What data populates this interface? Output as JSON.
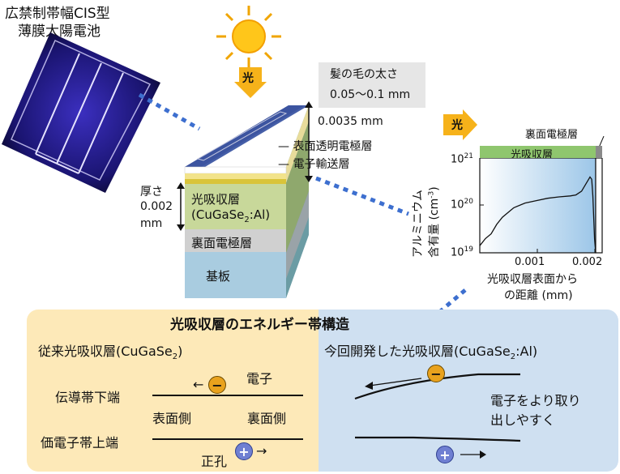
{
  "cell_title_line1": "広禁制帯幅CIS型",
  "cell_title_line2": "薄膜太陽電池",
  "light_label": "光",
  "light_label2": "光",
  "hair_line1": "髪の毛の太さ",
  "hair_line2": "0.05〜0.1 mm",
  "dim_top": "0.0035 mm",
  "layer_transparent_electrode": "表面透明電極層",
  "layer_electron_transport": "電子輸送層",
  "thickness_line1": "厚さ",
  "thickness_line2": "0.002",
  "thickness_line3": "mm",
  "stack_absorber_line1": "光吸収層",
  "stack_absorber_line2": "(CuGaSe",
  "stack_absorber_sub": "2",
  "stack_absorber_line2b": ":Al)",
  "stack_back_electrode": "裏面電極層",
  "stack_substrate": "基板",
  "profile_back_electrode": "裏面電極層",
  "profile_absorber_bar": "光吸収層",
  "profile_ylabel_1": "アルミニウム",
  "profile_ylabel_2": "含有量",
  "profile_ylabel_unit": "(cm",
  "profile_ylabel_exp": "-3",
  "profile_ylabel_close": ")",
  "profile_yticks": [
    "10",
    "10",
    "10"
  ],
  "profile_yexps": [
    "21",
    "20",
    "19"
  ],
  "profile_xticks": [
    "0.001",
    "0.002"
  ],
  "profile_xlabel_1": "光吸収層表面から",
  "profile_xlabel_2": "の距離 (mm)",
  "band_title": "光吸収層のエネルギー帯構造",
  "left_title": "従来光吸収層(CuGaSe",
  "left_title_sub": "2",
  "left_title_close": ")",
  "right_title": "今回開発した光吸収層(CuGaSe",
  "right_title_sub": "2",
  "right_title_close": ":Al)",
  "electron_label": "電子",
  "conduction_band": "伝導帯下端",
  "front_side": "表面側",
  "back_side": "裏面側",
  "valence_band": "価電子帯上端",
  "hole_label": "正孔",
  "right_note_1": "電子をより取り",
  "right_note_2": "出しやすく",
  "electron_symbol": "−",
  "hole_symbol": "+"
}
